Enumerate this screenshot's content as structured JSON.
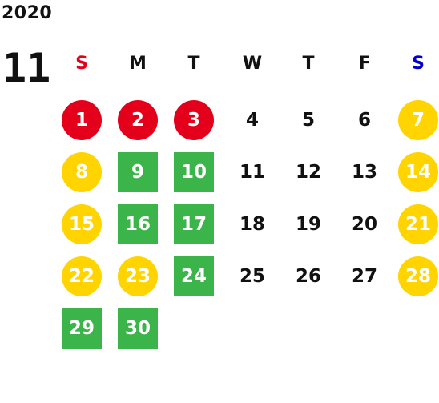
{
  "year": "2020",
  "month": "11",
  "weekdays": [
    {
      "label": "S",
      "color": "#e4001b"
    },
    {
      "label": "M",
      "color": "#111111"
    },
    {
      "label": "T",
      "color": "#111111"
    },
    {
      "label": "W",
      "color": "#111111"
    },
    {
      "label": "T",
      "color": "#111111"
    },
    {
      "label": "F",
      "color": "#111111"
    },
    {
      "label": "S",
      "color": "#0000cc"
    }
  ],
  "legend_colors": {
    "red": "#e4001b",
    "yellow": "#ffd400",
    "green": "#3bb44a"
  },
  "days": [
    {
      "label": "1",
      "style": "red"
    },
    {
      "label": "2",
      "style": "red"
    },
    {
      "label": "3",
      "style": "red"
    },
    {
      "label": "4",
      "style": "plain"
    },
    {
      "label": "5",
      "style": "plain"
    },
    {
      "label": "6",
      "style": "plain"
    },
    {
      "label": "7",
      "style": "yellow"
    },
    {
      "label": "8",
      "style": "yellow"
    },
    {
      "label": "9",
      "style": "green"
    },
    {
      "label": "10",
      "style": "green"
    },
    {
      "label": "11",
      "style": "plain"
    },
    {
      "label": "12",
      "style": "plain"
    },
    {
      "label": "13",
      "style": "plain"
    },
    {
      "label": "14",
      "style": "yellow"
    },
    {
      "label": "15",
      "style": "yellow"
    },
    {
      "label": "16",
      "style": "green"
    },
    {
      "label": "17",
      "style": "green"
    },
    {
      "label": "18",
      "style": "plain"
    },
    {
      "label": "19",
      "style": "plain"
    },
    {
      "label": "20",
      "style": "plain"
    },
    {
      "label": "21",
      "style": "yellow"
    },
    {
      "label": "22",
      "style": "yellow"
    },
    {
      "label": "23",
      "style": "yellow"
    },
    {
      "label": "24",
      "style": "green"
    },
    {
      "label": "25",
      "style": "plain"
    },
    {
      "label": "26",
      "style": "plain"
    },
    {
      "label": "27",
      "style": "plain"
    },
    {
      "label": "28",
      "style": "yellow"
    },
    {
      "label": "29",
      "style": "green"
    },
    {
      "label": "30",
      "style": "green"
    }
  ]
}
